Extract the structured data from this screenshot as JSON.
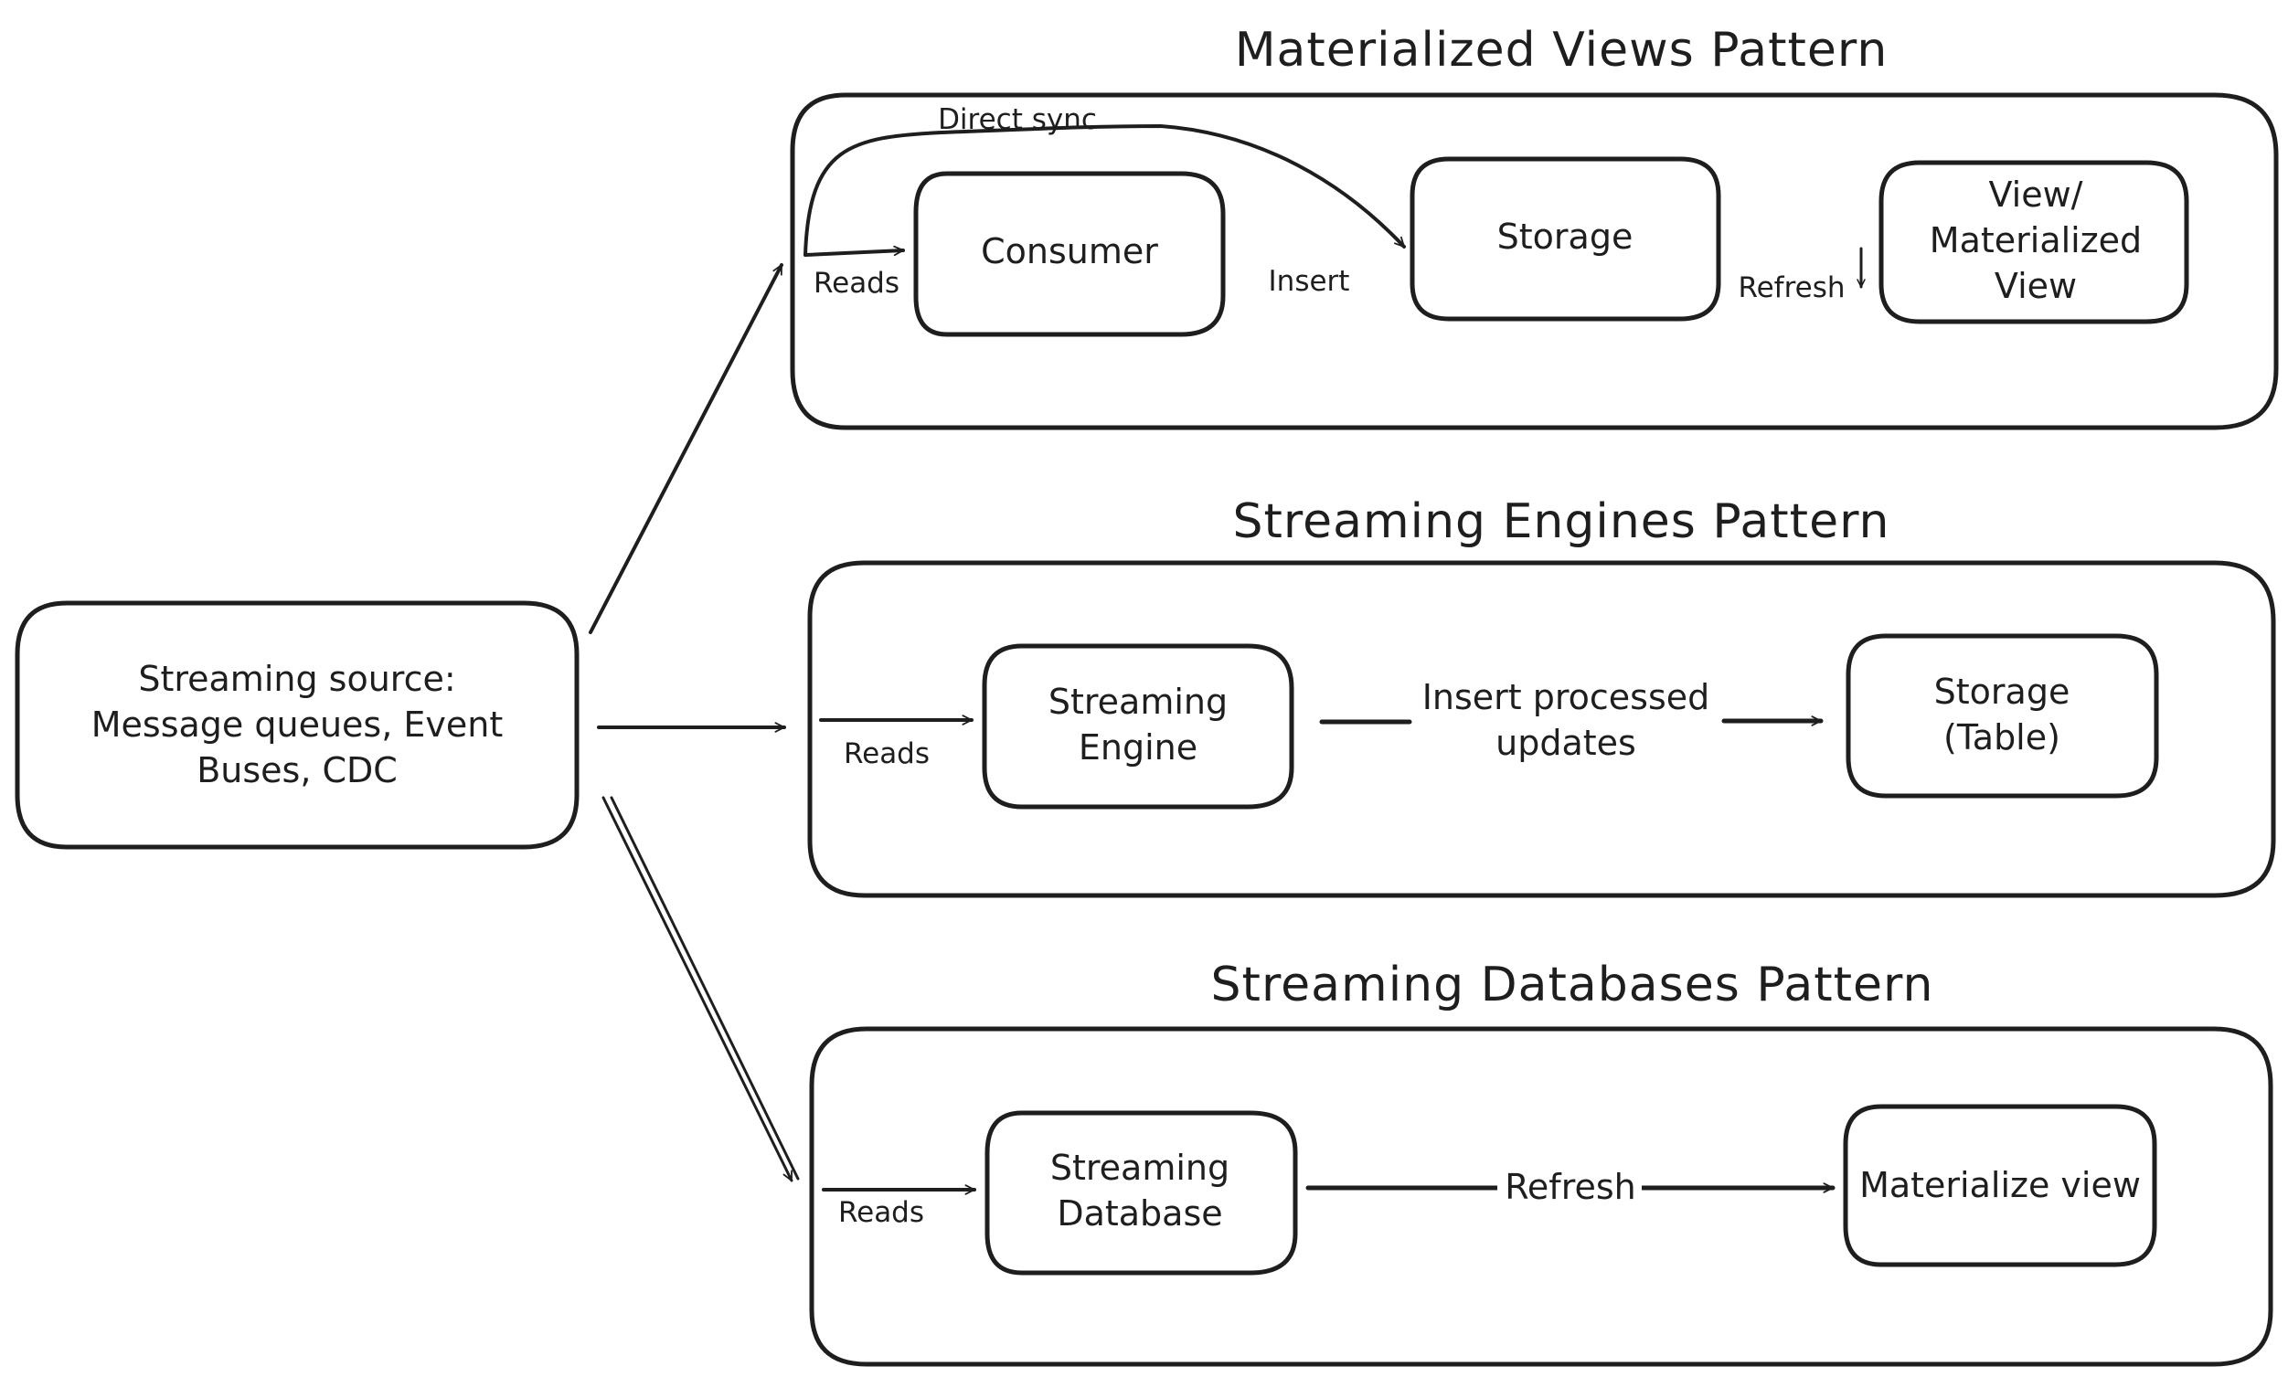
{
  "sections": {
    "materialized": {
      "title": "Materialized Views Pattern",
      "consumer": "Consumer",
      "storage": "Storage",
      "view_line1": "View/",
      "view_line2": "Materialized",
      "view_line3": "View",
      "reads": "Reads",
      "insert": "Insert",
      "refresh": "Refresh",
      "direct_sync": "Direct sync"
    },
    "streaming_engines": {
      "title": "Streaming Engines Pattern",
      "engine_line1": "Streaming",
      "engine_line2": "Engine",
      "storage_line1": "Storage",
      "storage_line2": "(Table)",
      "reads": "Reads",
      "edge_line1": "Insert processed",
      "edge_line2": "updates"
    },
    "streaming_databases": {
      "title": "Streaming Databases Pattern",
      "database_line1": "Streaming",
      "database_line2": "Database",
      "materialize_view": "Materialize view",
      "reads": "Reads",
      "refresh": "Refresh"
    }
  },
  "source": {
    "line1": "Streaming source:",
    "line2": "Message queues, Event",
    "line3": "Buses, CDC"
  }
}
